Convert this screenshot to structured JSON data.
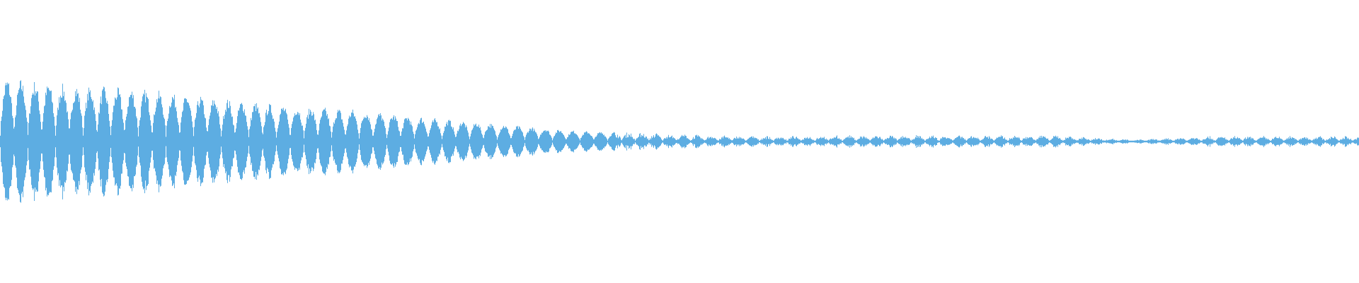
{
  "chart_data": {
    "type": "area",
    "kind": "audio-waveform",
    "color": "#5dade2",
    "background": "#ffffff",
    "grid": false,
    "axes_visible": false,
    "ylim": [
      -1,
      1
    ],
    "envelope": {
      "x_fraction": [
        0,
        0.052,
        0.104,
        0.156,
        0.208,
        0.26,
        0.312,
        0.365,
        0.417,
        0.469,
        0.521,
        0.573,
        0.625,
        0.677,
        0.729,
        0.781,
        0.833,
        0.885,
        0.938,
        1.0
      ],
      "amplitude": [
        0.8,
        0.7,
        0.65,
        0.55,
        0.45,
        0.4,
        0.3,
        0.22,
        0.14,
        0.1,
        0.07,
        0.06,
        0.07,
        0.07,
        0.07,
        0.07,
        0.02,
        0.06,
        0.06,
        0.06
      ]
    }
  }
}
